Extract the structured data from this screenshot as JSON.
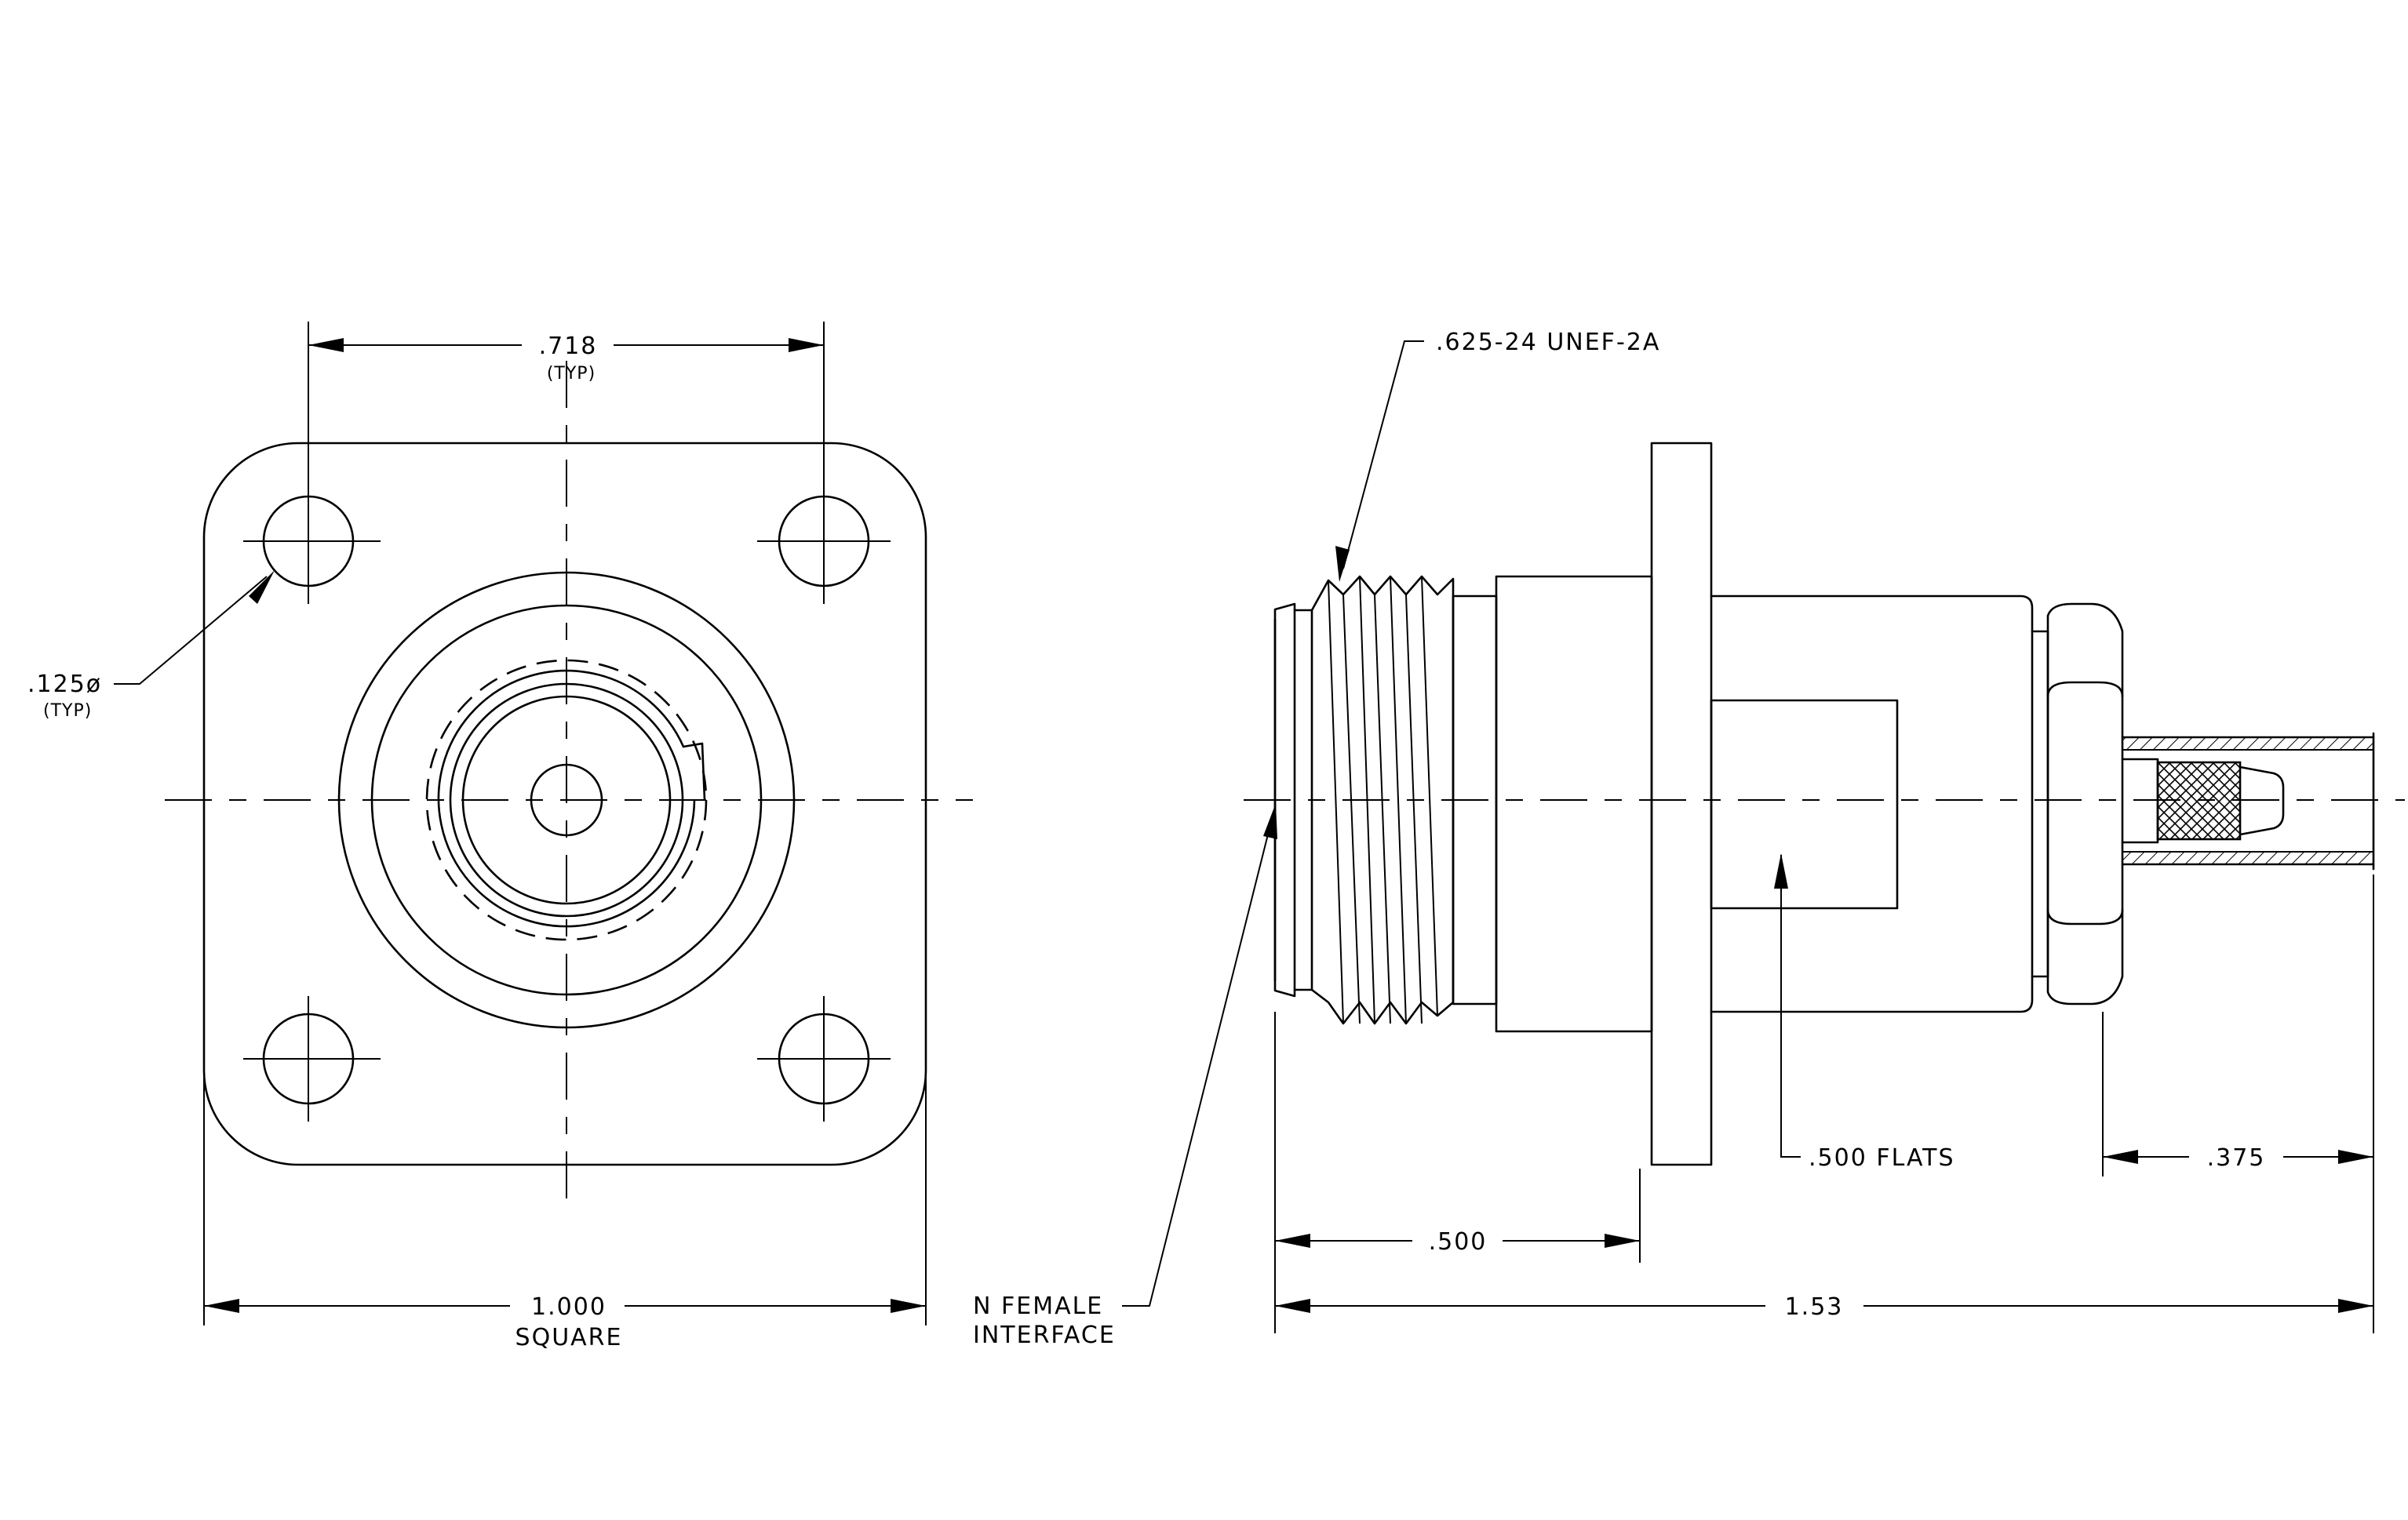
{
  "front_view": {
    "bolt_spacing": {
      "value": ".718",
      "note": "(TYP)"
    },
    "hole_diameter": {
      "value": ".125ø",
      "note": "(TYP)"
    },
    "flange_size": {
      "value": "1.000",
      "note": "SQUARE"
    }
  },
  "side_view": {
    "thread_callout": ".625-24 UNEF-2A",
    "interface_callout": {
      "line1": "N FEMALE",
      "line2": "INTERFACE"
    },
    "flats_callout": ".500 FLATS",
    "front_length": ".500",
    "rear_length": ".375",
    "overall_length": "1.53"
  }
}
